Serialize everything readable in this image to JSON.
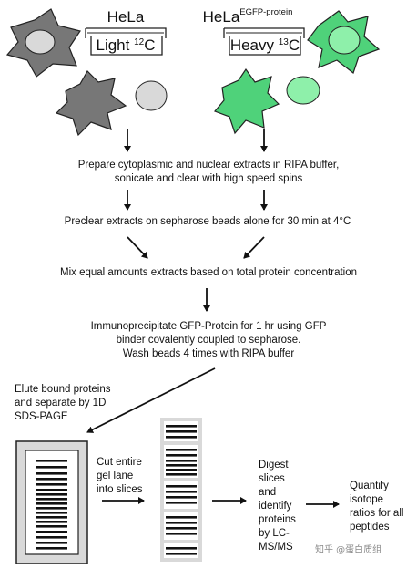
{
  "cell_lines": {
    "light": {
      "name": "HeLa",
      "dish_label": "Light",
      "isotope": "12",
      "isotope_element": "C"
    },
    "heavy": {
      "name": "HeLa",
      "superscript": "EGFP-protein",
      "dish_label": "Heavy",
      "isotope": "13",
      "isotope_element": "C"
    }
  },
  "steps": {
    "prepare": [
      "Prepare cytoplasmic and nuclear extracts in RIPA buffer,",
      "sonicate and clear with high speed spins"
    ],
    "preclear": [
      "Preclear extracts on sepharose beads alone for 30 min at 4°C"
    ],
    "mix": [
      "Mix equal amounts extracts based on total protein concentration"
    ],
    "immunoprecipitate": [
      "Immunoprecipitate GFP-Protein for 1 hr using GFP",
      "binder covalently coupled to sepharose.",
      "Wash beads 4 times with RIPA buffer"
    ],
    "elute": [
      "Elute bound proteins",
      "and separate by 1D",
      "SDS-PAGE"
    ],
    "cut": [
      "Cut entire",
      "gel lane",
      "into slices"
    ],
    "digest": [
      "Digest",
      "slices",
      "and",
      "identify",
      "proteins",
      "by LC-",
      "MS/MS"
    ],
    "quantify": [
      "Quantify",
      "isotope",
      "ratios for all",
      "peptides"
    ]
  },
  "watermark": "知乎 @蛋白质组",
  "colors": {
    "light_cell": "#777777",
    "light_nucleus": "#d9d9d9",
    "heavy_cell": "#4fd27a",
    "heavy_nucleus": "#8ef0aa",
    "outline": "#222222"
  },
  "icons": {
    "arrow": "down-arrow-icon",
    "dish": "culture-dish-icon",
    "gel": "gel-lane-icon"
  }
}
